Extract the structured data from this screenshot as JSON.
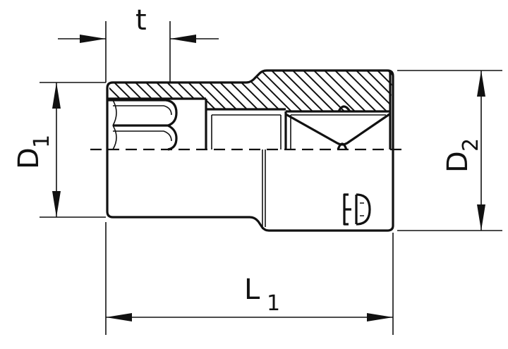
{
  "dimensions": {
    "t": "t",
    "d1_main": "D",
    "d1_sub": "1",
    "d2_main": "D",
    "d2_sub": "2",
    "l1_main": "L",
    "l1_sub": "1"
  },
  "logo": {
    "icon": "manufacturer-logo-icon"
  },
  "colors": {
    "ink": "#111111",
    "background": "#ffffff"
  }
}
